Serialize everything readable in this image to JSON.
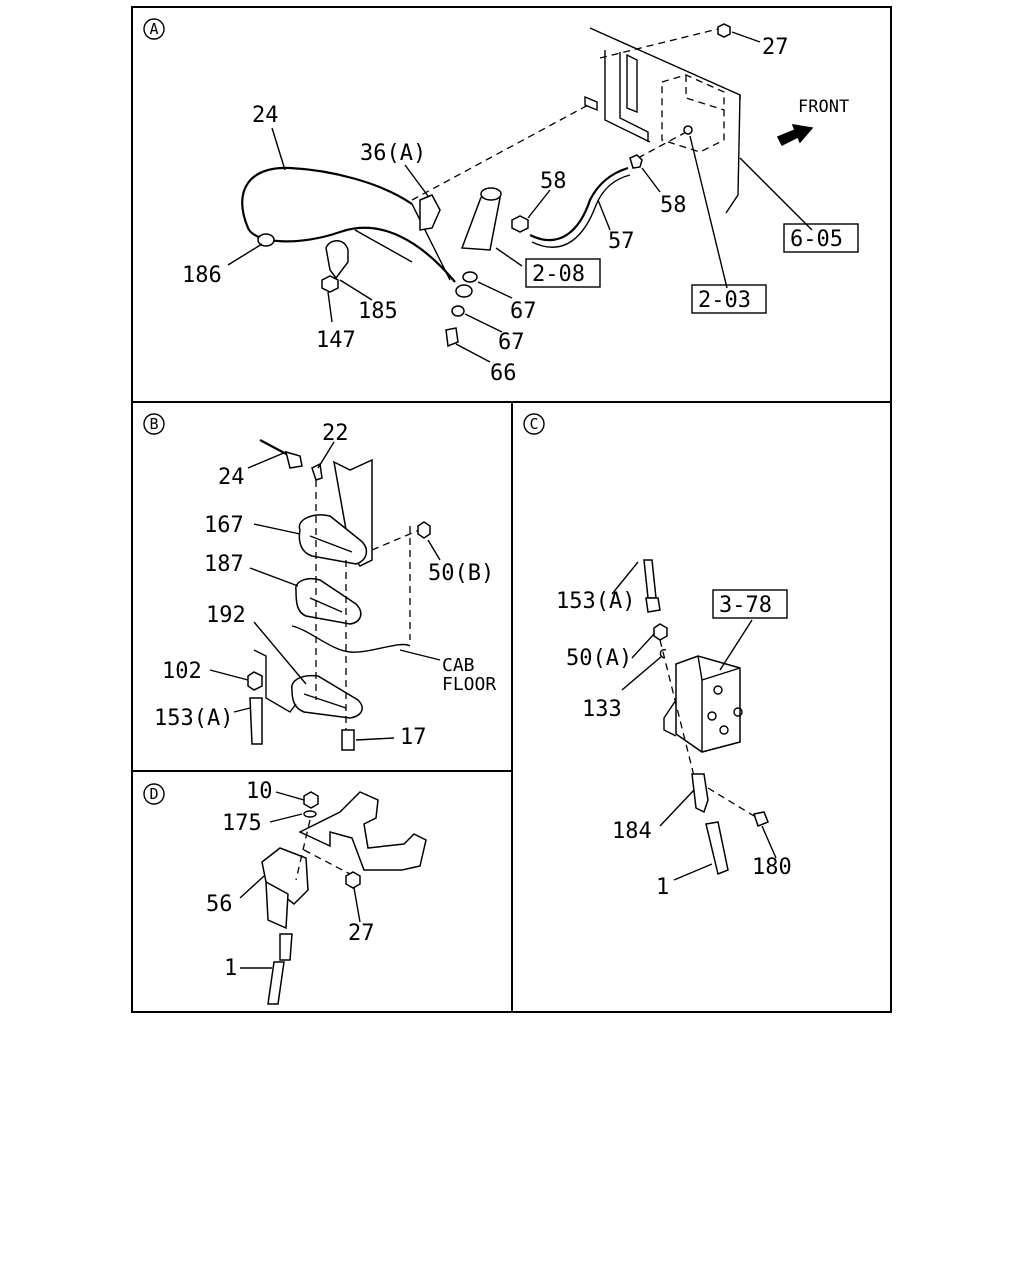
{
  "sections": {
    "a": {
      "marker": "A"
    },
    "b": {
      "marker": "B"
    },
    "c": {
      "marker": "C"
    },
    "d": {
      "marker": "D"
    }
  },
  "direction_label": "FRONT",
  "labels_a": [
    "27",
    "24",
    "36(A)",
    "58",
    "58",
    "57",
    "186",
    "185",
    "147",
    "67",
    "67",
    "66"
  ],
  "refs_a": [
    "6-05",
    "2-08",
    "2-03"
  ],
  "labels_b": [
    "22",
    "24",
    "167",
    "187",
    "50(B)",
    "192",
    "102",
    "153(A)",
    "17"
  ],
  "cab_floor": [
    "CAB",
    "FLOOR"
  ],
  "labels_c": [
    "153(A)",
    "50(A)",
    "133",
    "184",
    "1",
    "180"
  ],
  "refs_c": [
    "3-78"
  ],
  "labels_d": [
    "10",
    "175",
    "56",
    "27",
    "1"
  ]
}
